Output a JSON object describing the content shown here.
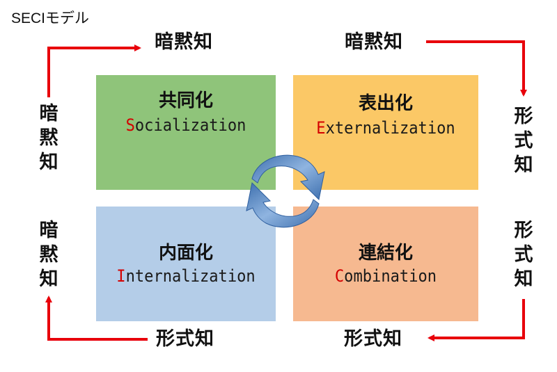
{
  "title": "SECIモデル",
  "colors": {
    "arrow": "#e8000b",
    "socialization": "#8fc47a",
    "externalization": "#fbc866",
    "internalization": "#b4cde8",
    "combination": "#f6b990",
    "cycle": "#4a7fbd",
    "initial": "#d40000"
  },
  "corner_labels": {
    "top_left": "暗黙知",
    "top_right": "暗黙知",
    "bottom_left": "形式知",
    "bottom_right": "形式知"
  },
  "side_labels": {
    "left_upper": [
      "暗",
      "黙",
      "知"
    ],
    "left_lower": [
      "暗",
      "黙",
      "知"
    ],
    "right_upper": [
      "形",
      "式",
      "知"
    ],
    "right_lower": [
      "形",
      "式",
      "知"
    ]
  },
  "quadrants": {
    "socialization": {
      "jp": "共同化",
      "initial": "S",
      "rest": "ocialization"
    },
    "externalization": {
      "jp": "表出化",
      "initial": "E",
      "rest": "xternalization"
    },
    "internalization": {
      "jp": "内面化",
      "initial": "I",
      "rest": "nternalization"
    },
    "combination": {
      "jp": "連結化",
      "initial": "C",
      "rest": "ombination"
    }
  }
}
